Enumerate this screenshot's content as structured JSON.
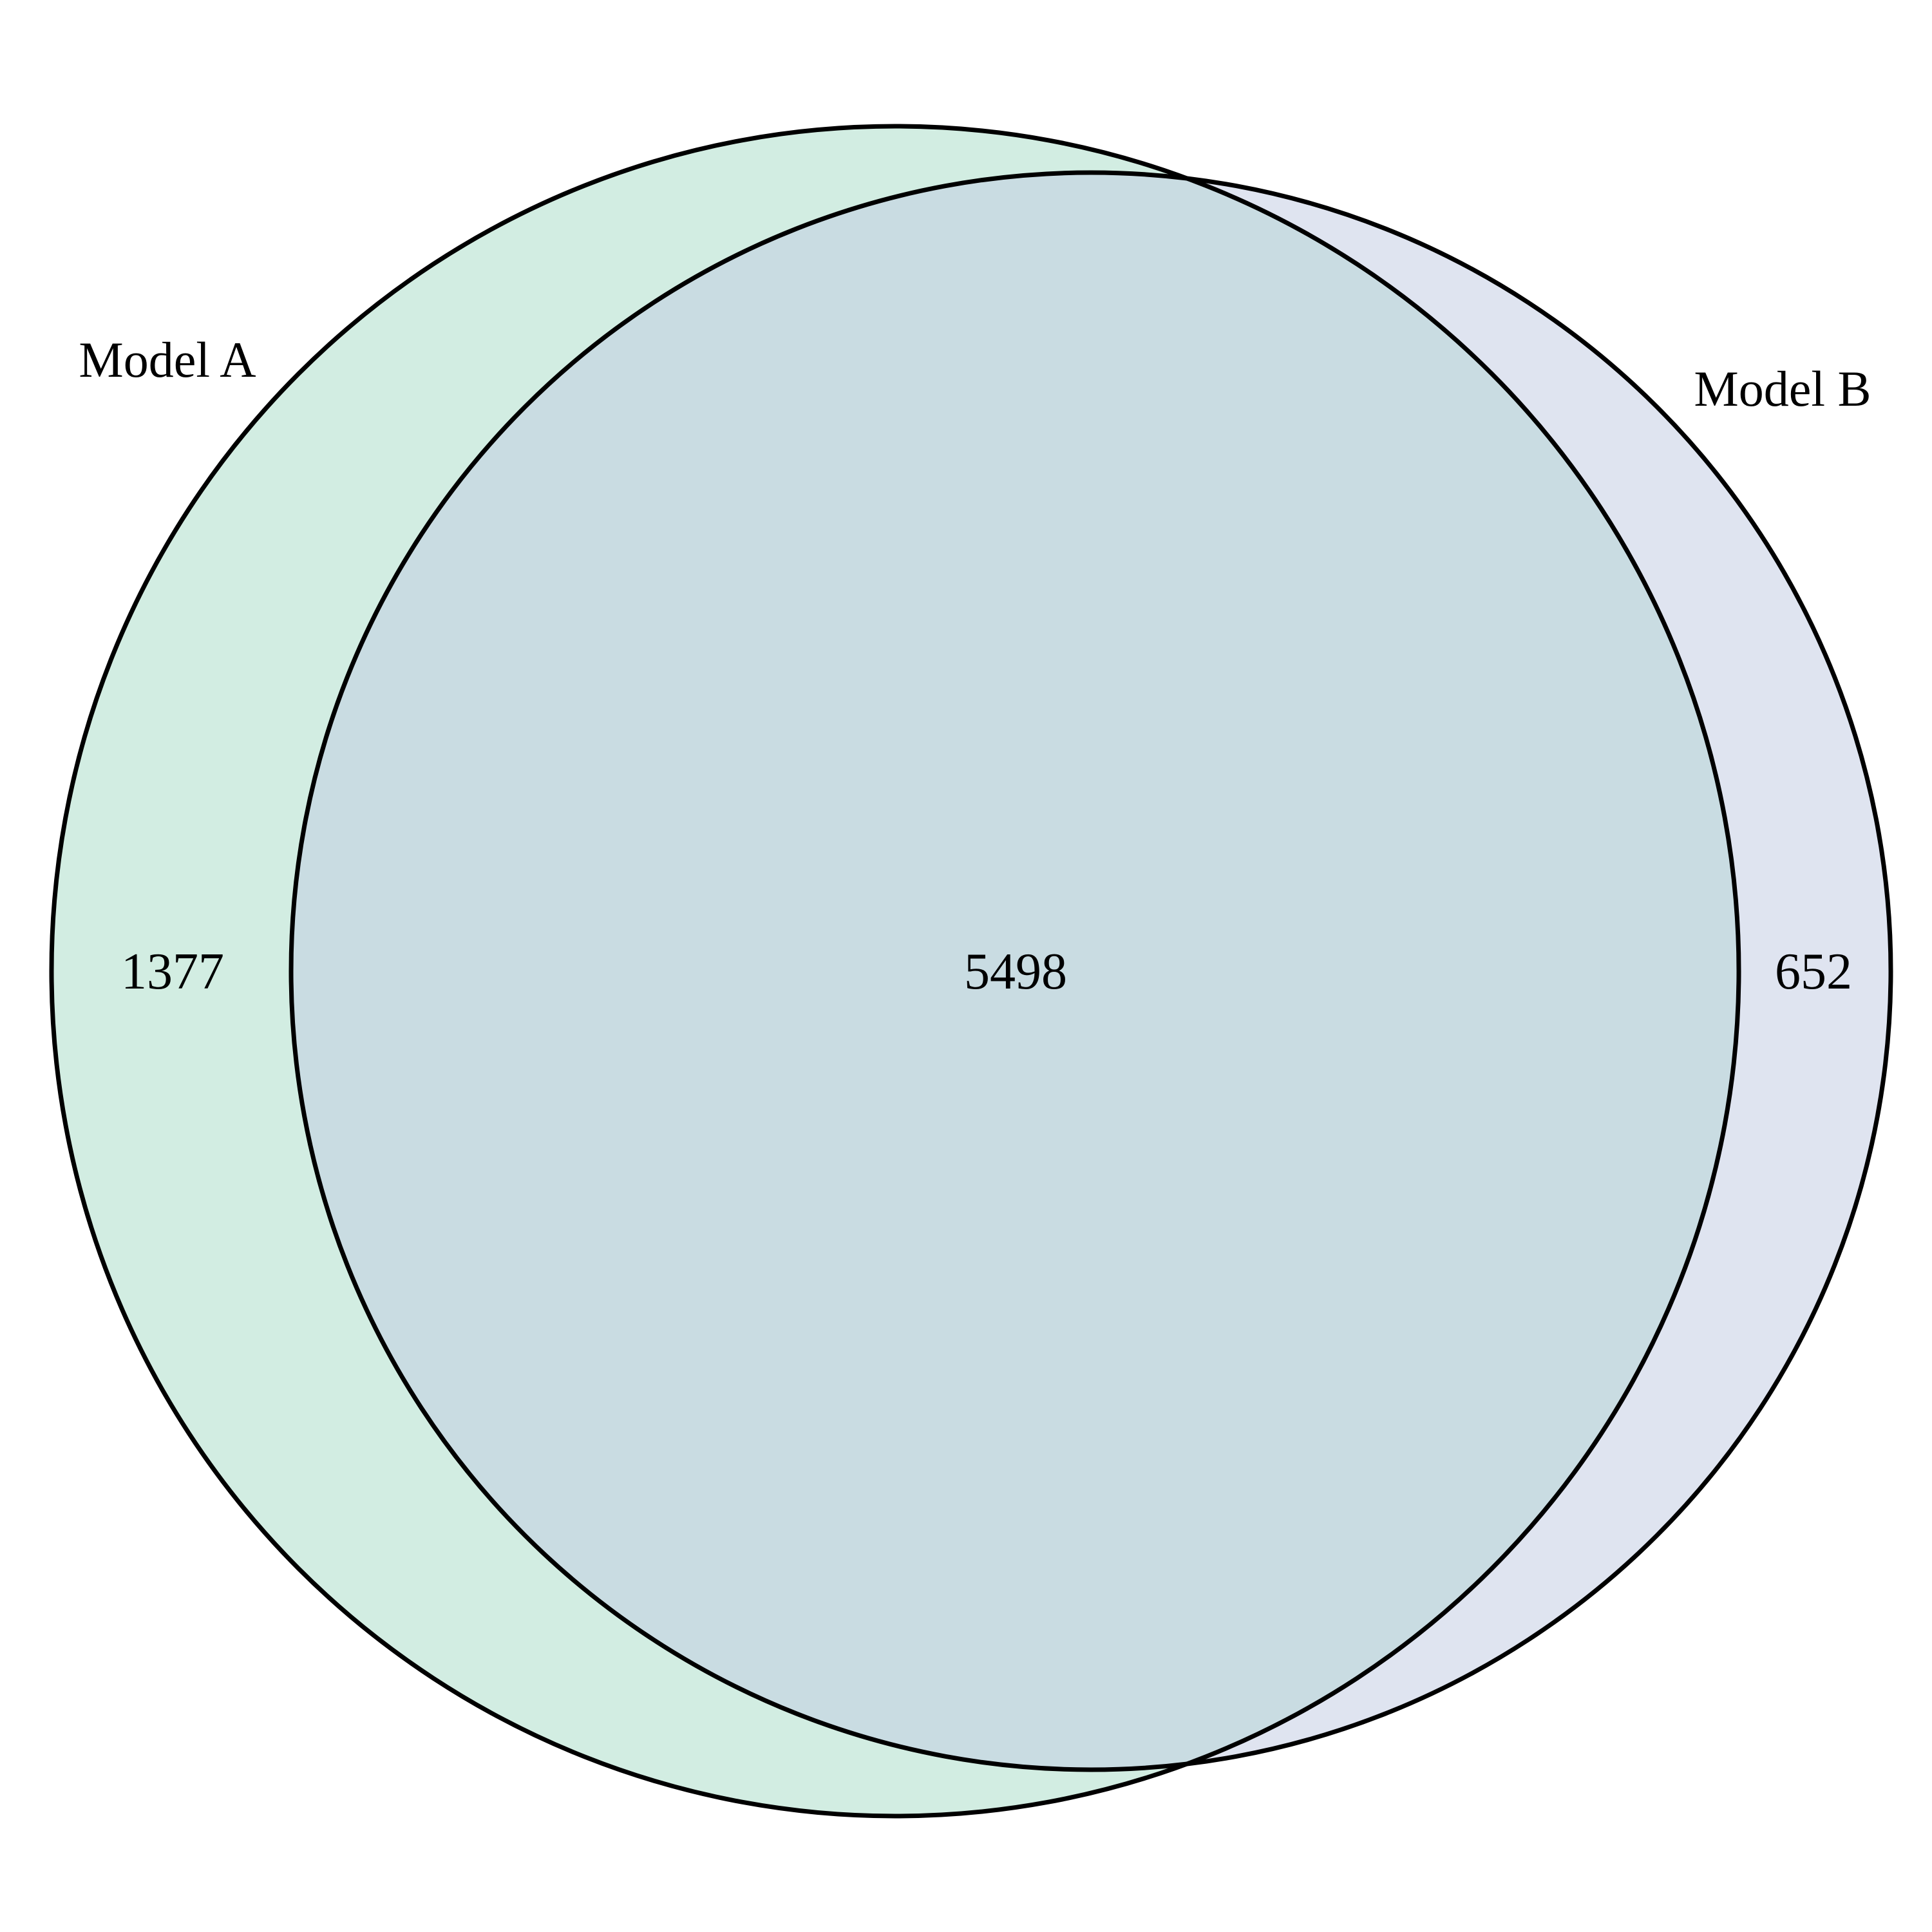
{
  "venn": {
    "sets": [
      {
        "key": "a",
        "label": "Model A",
        "color": "#d2ede2",
        "only_count": "1377"
      },
      {
        "key": "b",
        "label": "Model B",
        "color": "#dfe4f0",
        "only_count": "652"
      }
    ],
    "intersection": {
      "count": "5498",
      "color": "#c9dce2"
    },
    "outline_color": "#000000"
  }
}
